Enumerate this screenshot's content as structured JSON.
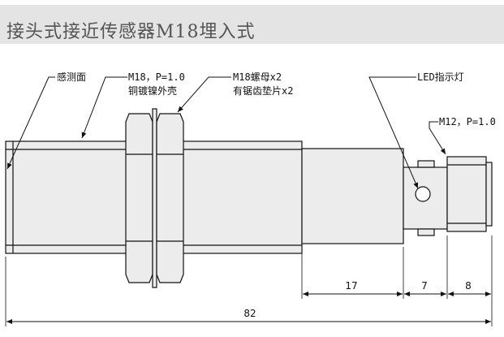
{
  "header": {
    "title": "接头式接近传感器M18埋入式"
  },
  "labels": {
    "sensing_face": "感测面",
    "thread_spec": "M18，P=1.0",
    "housing_material": "铜镀镍外壳",
    "nut_spec": "M18螺母x2",
    "washer_spec": "有锯齿垫片x2",
    "led": "LED指示灯",
    "connector_thread": "M12，P=1.0"
  },
  "dimensions": {
    "neck_length": "17",
    "connector_length": "7",
    "cap_length": "8",
    "total_length": "82"
  },
  "colors": {
    "body_fill": "#ececec",
    "line": "#111111",
    "title_bg": "#e4e4e4"
  }
}
